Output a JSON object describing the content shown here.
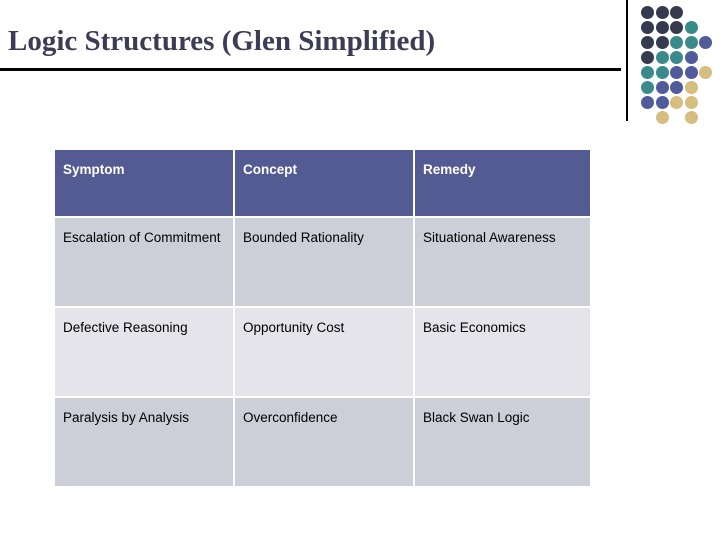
{
  "slide": {
    "title": "Logic Structures (Glen Simplified)",
    "background_color": "#ffffff",
    "title_color": "#3c3c55",
    "rule_color": "#000000"
  },
  "decoration": {
    "name": "dot-grid",
    "colors": {
      "navy": "#353a4e",
      "teal": "#3a8a8c",
      "slate_blue": "#515a9a",
      "tan": "#d6bd80"
    },
    "dots": [
      {
        "row": 0,
        "col": 0,
        "color": "#353a4e"
      },
      {
        "row": 0,
        "col": 1,
        "color": "#353a4e"
      },
      {
        "row": 0,
        "col": 2,
        "color": "#353a4e"
      },
      {
        "row": 1,
        "col": 0,
        "color": "#353a4e"
      },
      {
        "row": 1,
        "col": 1,
        "color": "#353a4e"
      },
      {
        "row": 1,
        "col": 2,
        "color": "#353a4e"
      },
      {
        "row": 1,
        "col": 3,
        "color": "#3a8a8c"
      },
      {
        "row": 2,
        "col": 0,
        "color": "#353a4e"
      },
      {
        "row": 2,
        "col": 1,
        "color": "#353a4e"
      },
      {
        "row": 2,
        "col": 2,
        "color": "#3a8a8c"
      },
      {
        "row": 2,
        "col": 3,
        "color": "#3a8a8c"
      },
      {
        "row": 2,
        "col": 4,
        "color": "#515a9a"
      },
      {
        "row": 3,
        "col": 0,
        "color": "#353a4e"
      },
      {
        "row": 3,
        "col": 1,
        "color": "#3a8a8c"
      },
      {
        "row": 3,
        "col": 2,
        "color": "#3a8a8c"
      },
      {
        "row": 3,
        "col": 3,
        "color": "#515a9a"
      },
      {
        "row": 4,
        "col": 0,
        "color": "#3a8a8c"
      },
      {
        "row": 4,
        "col": 1,
        "color": "#3a8a8c"
      },
      {
        "row": 4,
        "col": 2,
        "color": "#515a9a"
      },
      {
        "row": 4,
        "col": 3,
        "color": "#515a9a"
      },
      {
        "row": 4,
        "col": 4,
        "color": "#d6bd80"
      },
      {
        "row": 5,
        "col": 0,
        "color": "#3a8a8c"
      },
      {
        "row": 5,
        "col": 1,
        "color": "#515a9a"
      },
      {
        "row": 5,
        "col": 2,
        "color": "#515a9a"
      },
      {
        "row": 5,
        "col": 3,
        "color": "#d6bd80"
      },
      {
        "row": 6,
        "col": 0,
        "color": "#515a9a"
      },
      {
        "row": 6,
        "col": 1,
        "color": "#515a9a"
      },
      {
        "row": 6,
        "col": 2,
        "color": "#d6bd80"
      },
      {
        "row": 6,
        "col": 3,
        "color": "#d6bd80"
      },
      {
        "row": 7,
        "col": 1,
        "color": "#d6bd80"
      },
      {
        "row": 7,
        "col": 3,
        "color": "#d6bd80"
      }
    ]
  },
  "table": {
    "header_bg": "#545b92",
    "header_fg": "#ffffff",
    "row_bg_a": "#ccced8",
    "row_bg_b": "#e4e4ea",
    "columns": [
      "Symptom",
      "Concept",
      "Remedy"
    ],
    "rows": [
      {
        "symptom": "Escalation of Commitment",
        "concept": "Bounded Rationality",
        "remedy": "Situational Awareness"
      },
      {
        "symptom": "Defective Reasoning",
        "concept": "Opportunity Cost",
        "remedy": "Basic Economics"
      },
      {
        "symptom": "Paralysis by Analysis",
        "concept": "Overconfidence",
        "remedy": "Black Swan Logic"
      }
    ]
  }
}
